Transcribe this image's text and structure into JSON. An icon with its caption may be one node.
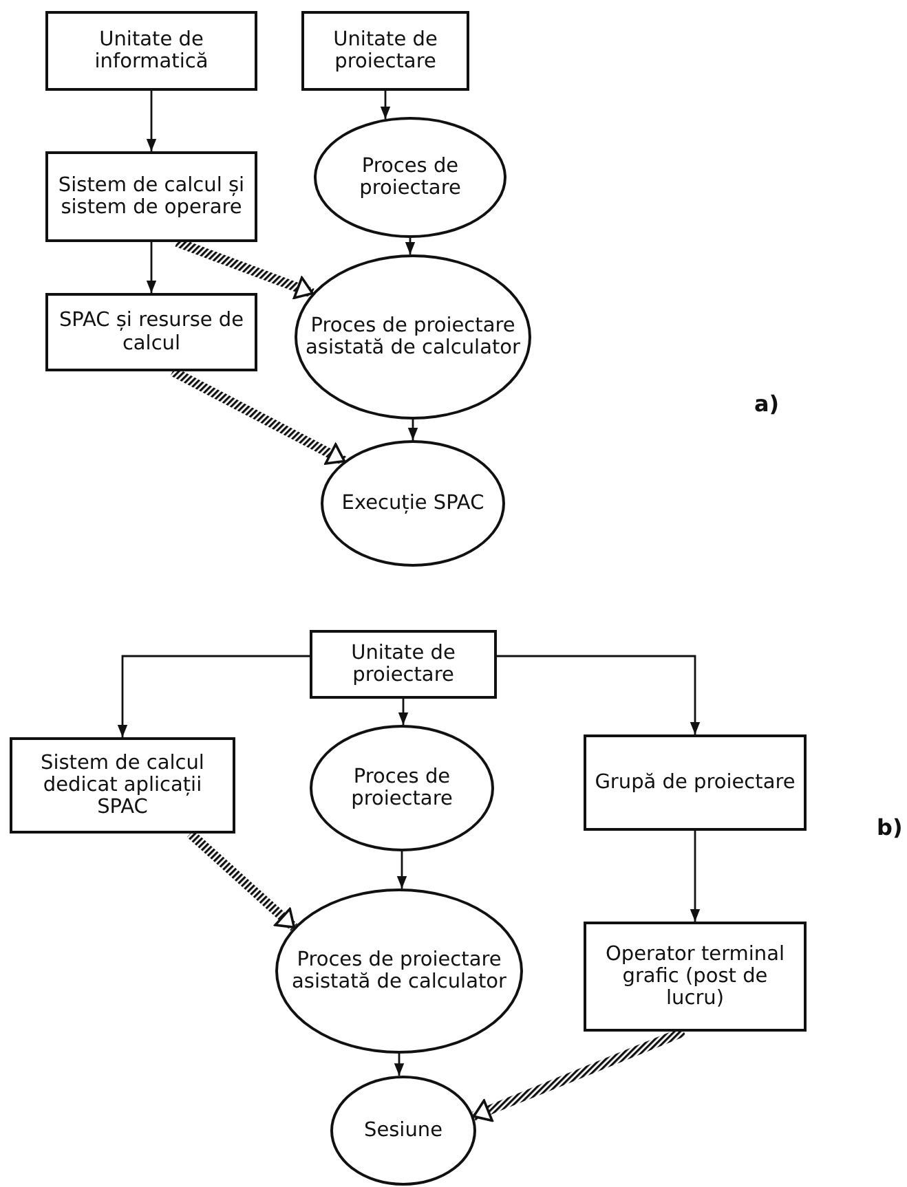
{
  "diagram": {
    "nodes": [
      {
        "text": [
          "Unitate de informatică"
        ]
      },
      {
        "text": [
          "Unitate de proiectare"
        ]
      },
      {
        "text": [
          "Proces de proiectare"
        ]
      },
      {
        "text": [
          "Sistem de calcul și sistem de operare"
        ]
      },
      {
        "text": [
          "Proces de proiectare asistată de calculator"
        ]
      },
      {
        "text": [
          "SPAC și resurse de calcul"
        ]
      },
      {
        "text": [
          "Execuție SPAC"
        ]
      },
      {
        "text": [
          "Unitate de proiectare"
        ]
      },
      {
        "text": [
          "Sistem de calcul dedicat aplicații SPAC"
        ]
      },
      {
        "text": [
          "Proces de proiectare"
        ]
      },
      {
        "text": [
          "Grupă de proiectare"
        ]
      },
      {
        "text": [
          "Proces de proiectare asistată de calculator"
        ]
      },
      {
        "text": [
          "Operator terminal grafic (post de lucru)"
        ]
      },
      {
        "text": [
          "Sesiune"
        ]
      }
    ],
    "edges": [
      {
        "from": 0,
        "to": 3,
        "arrow": "to"
      },
      {
        "from": 3,
        "to": 5,
        "arrow": "to"
      },
      {
        "from": 1,
        "to": 2,
        "arrow": "to"
      },
      {
        "from": 2,
        "to": 4,
        "arrow": "to"
      },
      {
        "from": 4,
        "to": 6,
        "arrow": "to"
      },
      {
        "from": 3,
        "to": 4,
        "arrow": "to",
        "style": "thick"
      },
      {
        "from": 5,
        "to": 6,
        "arrow": "to",
        "style": "thick"
      },
      {
        "from": 7,
        "to": 8,
        "arrow": "to"
      },
      {
        "from": 7,
        "to": 9,
        "arrow": "to"
      },
      {
        "from": 7,
        "to": 10,
        "arrow": "to"
      },
      {
        "from": 9,
        "to": 11,
        "arrow": "to"
      },
      {
        "from": 10,
        "to": 12,
        "arrow": "to"
      },
      {
        "from": 11,
        "to": 13,
        "arrow": "to"
      },
      {
        "from": 8,
        "to": 11,
        "arrow": "to",
        "style": "thick"
      },
      {
        "from": 12,
        "to": 13,
        "arrow": "to",
        "style": "thick"
      }
    ],
    "labels": [
      "a)",
      "b)"
    ]
  }
}
